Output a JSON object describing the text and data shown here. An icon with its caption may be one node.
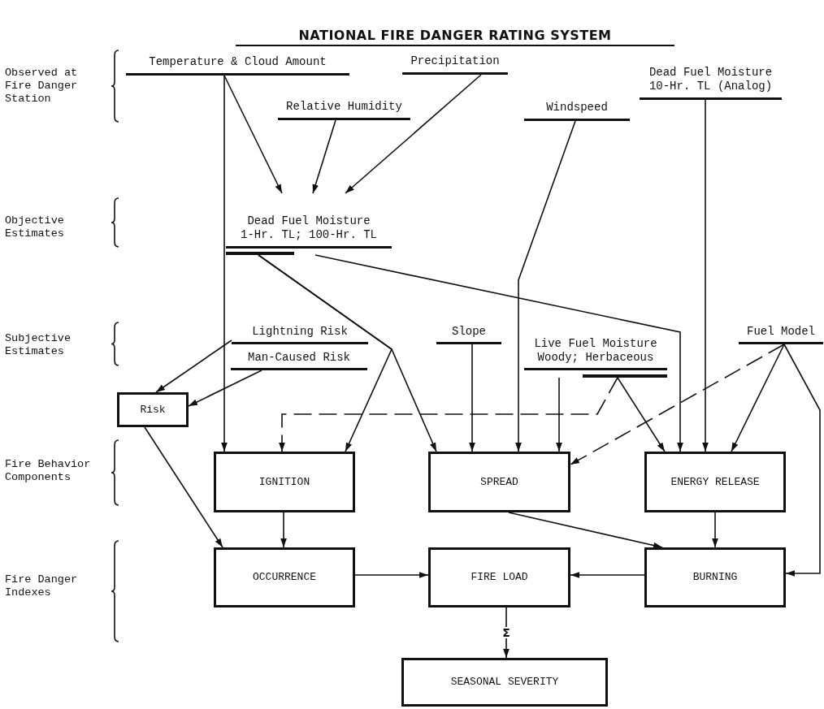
{
  "diagram": {
    "title": "NATIONAL FIRE DANGER RATING SYSTEM",
    "nodes": [
      {
        "text": [
          "Temperature & Cloud Amount"
        ]
      },
      {
        "text": [
          "Precipitation"
        ]
      },
      {
        "text": [
          "Relative Humidity"
        ]
      },
      {
        "text": [
          "Dead Fuel Moisture",
          "10-Hr. TL (Analog)"
        ]
      },
      {
        "text": [
          "Windspeed"
        ]
      },
      {
        "text": [
          "Dead Fuel Moisture",
          "1-Hr. TL; 100-Hr. TL"
        ]
      },
      {
        "text": [
          "Lightning Risk"
        ]
      },
      {
        "text": [
          "Man-Caused Risk"
        ]
      },
      {
        "text": [
          "Slope"
        ]
      },
      {
        "text": [
          "Live Fuel Moisture",
          "Woody; Herbaceous"
        ]
      },
      {
        "text": [
          "Fuel Model"
        ]
      },
      {
        "text": [
          "Risk"
        ]
      },
      {
        "text": [
          "IGNITION"
        ]
      },
      {
        "text": [
          "SPREAD"
        ]
      },
      {
        "text": [
          "ENERGY RELEASE"
        ]
      },
      {
        "text": [
          "OCCURRENCE"
        ]
      },
      {
        "text": [
          "FIRE LOAD"
        ]
      },
      {
        "text": [
          "BURNING"
        ]
      },
      {
        "text": [
          "SEASONAL SEVERITY"
        ]
      }
    ],
    "edges": [
      {
        "from": 0,
        "to": 5,
        "arrow": "to"
      },
      {
        "from": 2,
        "to": 5,
        "arrow": "to"
      },
      {
        "from": 1,
        "to": 5,
        "arrow": "to"
      },
      {
        "from": 0,
        "to": 12,
        "arrow": "to"
      },
      {
        "from": 5,
        "to": 12,
        "arrow": "to"
      },
      {
        "from": 5,
        "to": 13,
        "arrow": "to"
      },
      {
        "from": 5,
        "to": 14,
        "arrow": "to"
      },
      {
        "from": 4,
        "to": 13,
        "arrow": "to"
      },
      {
        "from": 3,
        "to": 14,
        "arrow": "to"
      },
      {
        "from": 6,
        "to": 11,
        "arrow": "to"
      },
      {
        "from": 7,
        "to": 11,
        "arrow": "to"
      },
      {
        "from": 8,
        "to": 13,
        "arrow": "to"
      },
      {
        "from": 9,
        "to": 13,
        "arrow": "to"
      },
      {
        "from": 9,
        "to": 14,
        "arrow": "to"
      },
      {
        "from": 9,
        "to": 12,
        "arrow": "to",
        "style": "dashed"
      },
      {
        "from": 10,
        "to": 13,
        "arrow": "to",
        "style": "dashed"
      },
      {
        "from": 10,
        "to": 14,
        "arrow": "to"
      },
      {
        "from": 10,
        "to": 17,
        "arrow": "to"
      },
      {
        "from": 11,
        "to": 15,
        "arrow": "to"
      },
      {
        "from": 12,
        "to": 15,
        "arrow": "to"
      },
      {
        "from": 13,
        "to": 17,
        "arrow": "to"
      },
      {
        "from": 14,
        "to": 17,
        "arrow": "to"
      },
      {
        "from": 15,
        "to": 16,
        "arrow": "to"
      },
      {
        "from": 17,
        "to": 16,
        "arrow": "to"
      },
      {
        "from": 16,
        "to": 18,
        "arrow": "to",
        "label": "Σ"
      }
    ],
    "labels": [
      "Observed at Fire Danger Station",
      "Objective Estimates",
      "Subjective Estimates",
      "Fire Behavior Components",
      "Fire Danger Indexes"
    ]
  }
}
